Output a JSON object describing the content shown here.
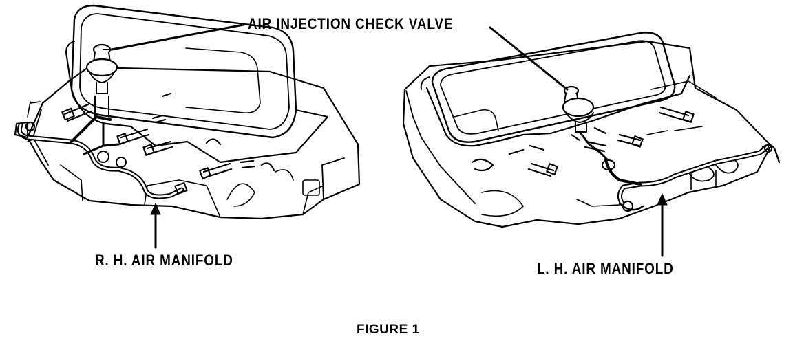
{
  "labels": {
    "check_valve": "AIR INJECTION CHECK VALVE",
    "rh_manifold": "R. H.  AIR MANIFOLD",
    "lh_manifold": "L. H.  AIR MANIFOLD",
    "caption": "FIGURE 1"
  },
  "colors": {
    "ink": "#000000",
    "paper": "#ffffff"
  }
}
